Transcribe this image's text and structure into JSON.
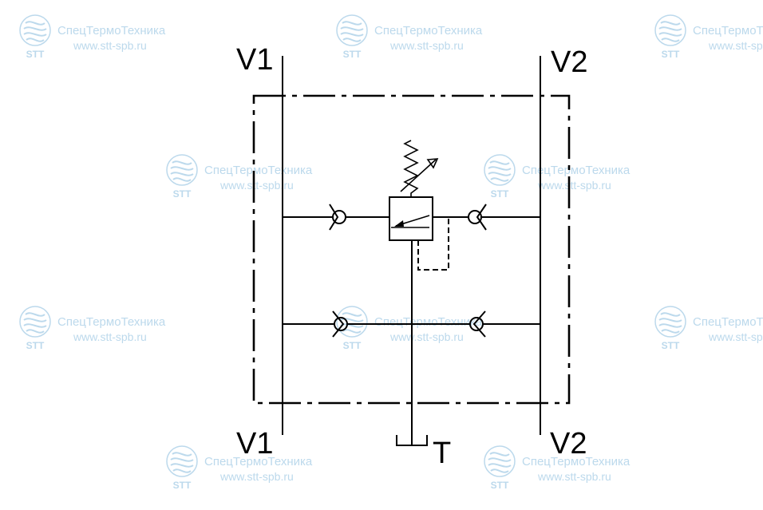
{
  "ports": {
    "v1_top": "V1",
    "v2_top": "V2",
    "v1_bottom": "V1",
    "v2_bottom": "V2",
    "tank": "T"
  },
  "watermark": {
    "name": "СпецТермоТехника",
    "url": "www.stt-spb.ru",
    "abbr": "STT"
  },
  "colors": {
    "line": "#000000",
    "watermark": "#bcd9ec",
    "background": "#ffffff"
  }
}
